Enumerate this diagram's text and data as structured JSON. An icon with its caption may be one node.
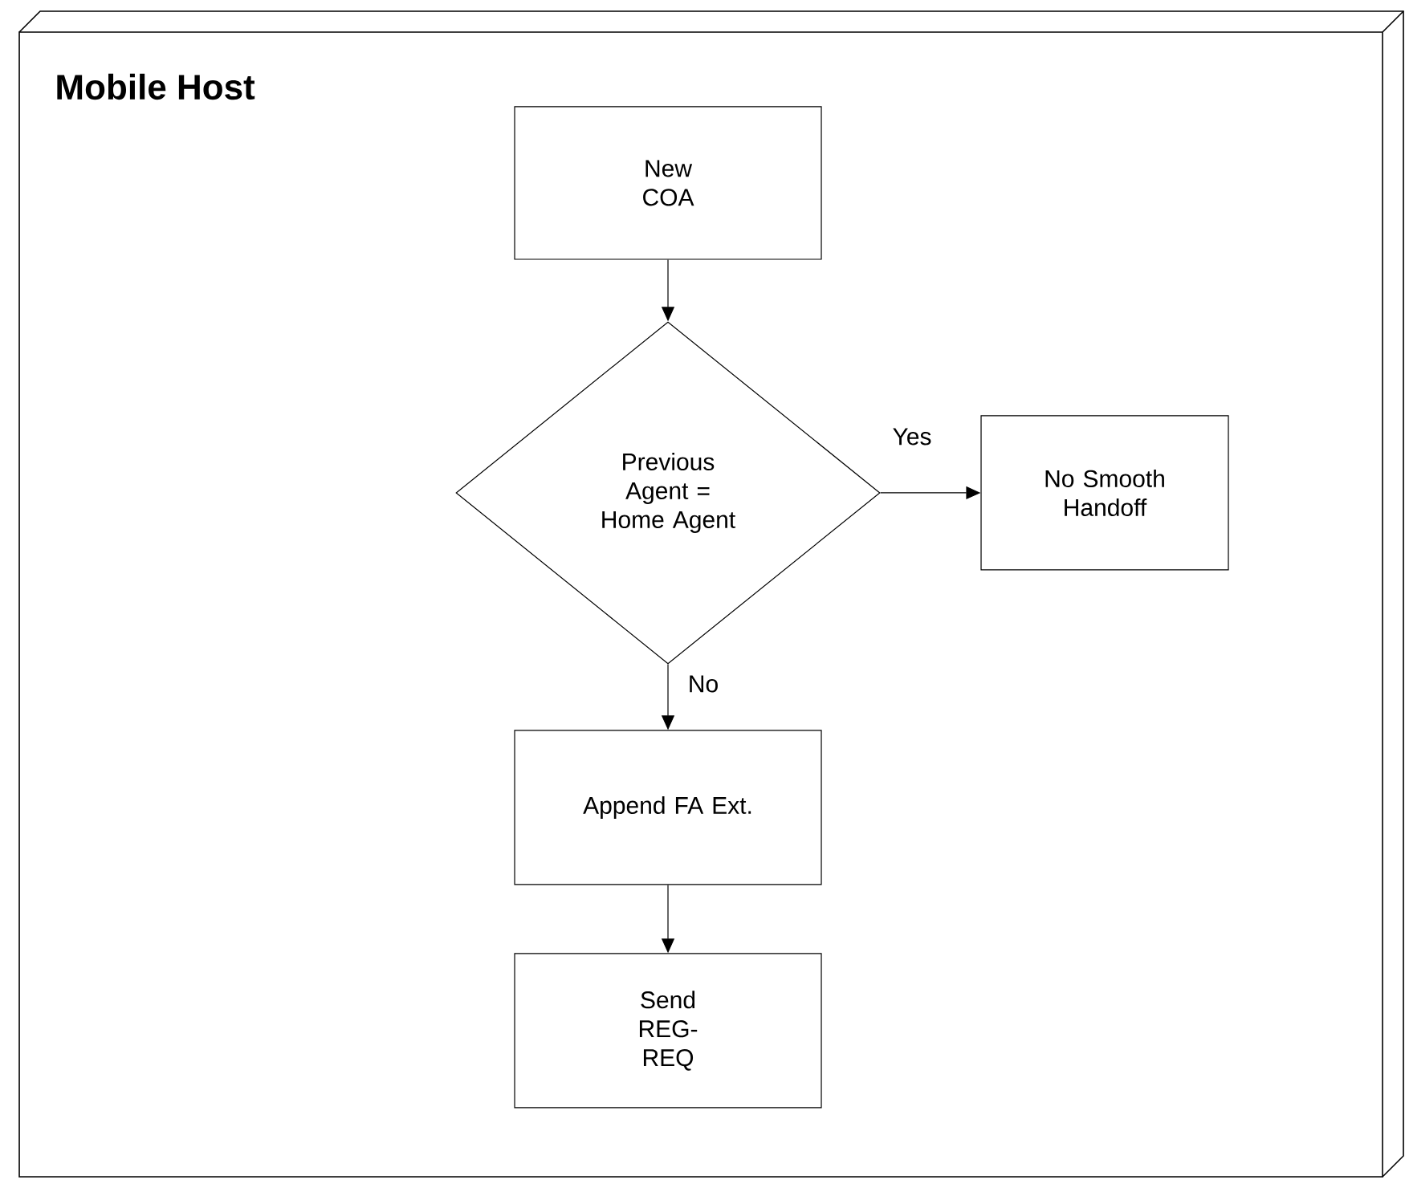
{
  "diagram": {
    "nodes": [
      {
        "text": [
          "Mobile Host"
        ]
      },
      {
        "text": [
          "New COA"
        ],
        "in": 0
      },
      {
        "text": [
          "Previous Agent = Home Agent"
        ],
        "in": 0
      },
      {
        "text": [
          "No Smooth Handoff"
        ],
        "in": 0
      },
      {
        "text": [
          "Append FA Ext."
        ],
        "in": 0
      },
      {
        "text": [
          "Send REG-REQ"
        ],
        "in": 0
      }
    ],
    "edges": [
      {
        "from": 1,
        "to": 2,
        "arrow": "to"
      },
      {
        "from": 2,
        "to": 3,
        "arrow": "to",
        "label": "Yes"
      },
      {
        "from": 2,
        "to": 4,
        "arrow": "to",
        "label": "No"
      },
      {
        "from": 4,
        "to": 5,
        "arrow": "to"
      }
    ]
  }
}
